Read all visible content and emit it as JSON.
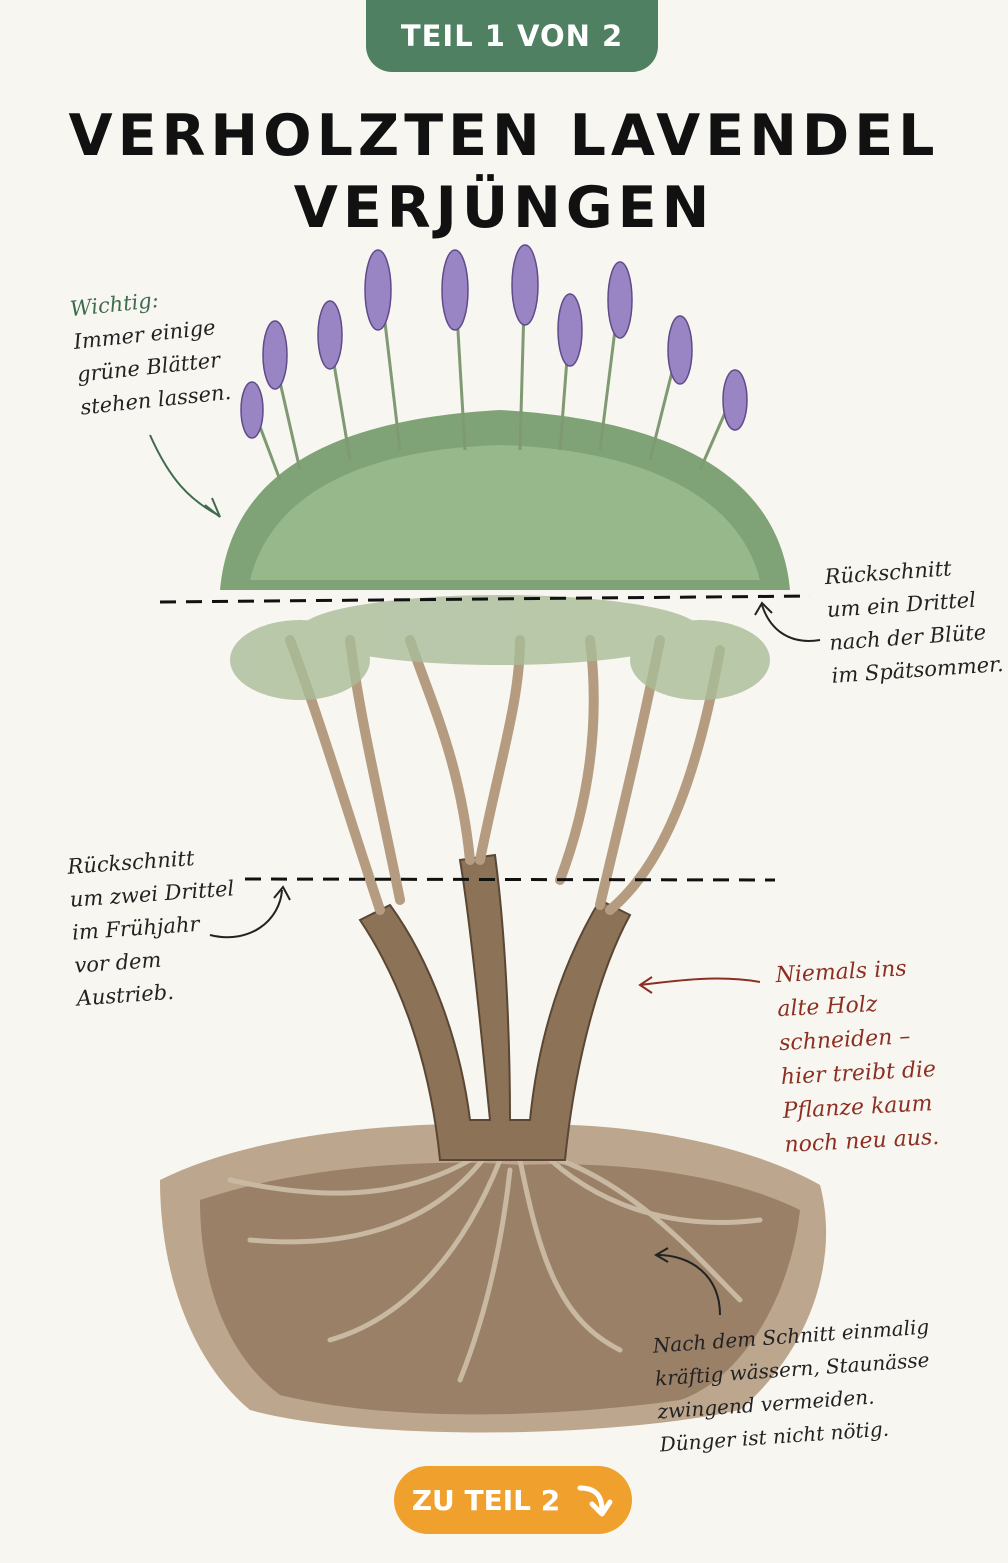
{
  "header": {
    "part_label": "TEIL 1 VON 2",
    "title_line1": "VERHOLZTEN LAVENDEL",
    "title_line2": "VERJÜNGEN"
  },
  "annotations": {
    "important": {
      "heading": "Wichtig:",
      "lines": [
        "Immer einige",
        "grüne Blätter",
        "stehen lassen."
      ]
    },
    "cut_summer": {
      "lines": [
        "Rückschnitt",
        "um ein Drittel",
        "nach der Blüte",
        "im Spätsommer."
      ]
    },
    "cut_spring": {
      "lines": [
        "Rückschnitt",
        "um zwei Drittel",
        "im Frühjahr",
        "vor dem",
        "Austrieb."
      ]
    },
    "warning": {
      "lines": [
        "Niemals ins",
        "alte Holz",
        "schneiden –",
        "hier treibt die",
        "Pflanze kaum",
        "noch neu aus."
      ]
    },
    "watering": {
      "lines": [
        "Nach dem Schnitt einmalig",
        "kräftig wässern, Staunässe",
        "zwingend vermeiden.",
        "Dünger ist nicht nötig."
      ]
    }
  },
  "footer": {
    "next_label": "ZU TEIL 2"
  },
  "colors": {
    "background": "#f8f6f0",
    "tab_green": "#4f8062",
    "button_orange": "#f0a02c",
    "warning_red": "#8c2f22"
  },
  "icons": {
    "button_arrow": "curved-arrow-down-icon"
  }
}
